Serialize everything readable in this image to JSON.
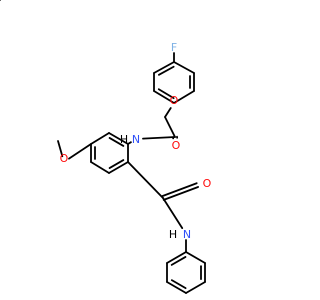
{
  "colors": {
    "background": "#ffffff",
    "bond": "#000000",
    "fluorine": "#7fb2e5",
    "oxygen": "#ff0d0d",
    "nitrogen": "#3050f8",
    "hydrogen": "#000000"
  },
  "atoms": {
    "f": "F",
    "o_ether": "O",
    "o_amide1": "O",
    "n1": "N",
    "h1": "H",
    "o_methoxy": "O",
    "o_amide2": "O",
    "n2": "N",
    "h2": "H"
  }
}
